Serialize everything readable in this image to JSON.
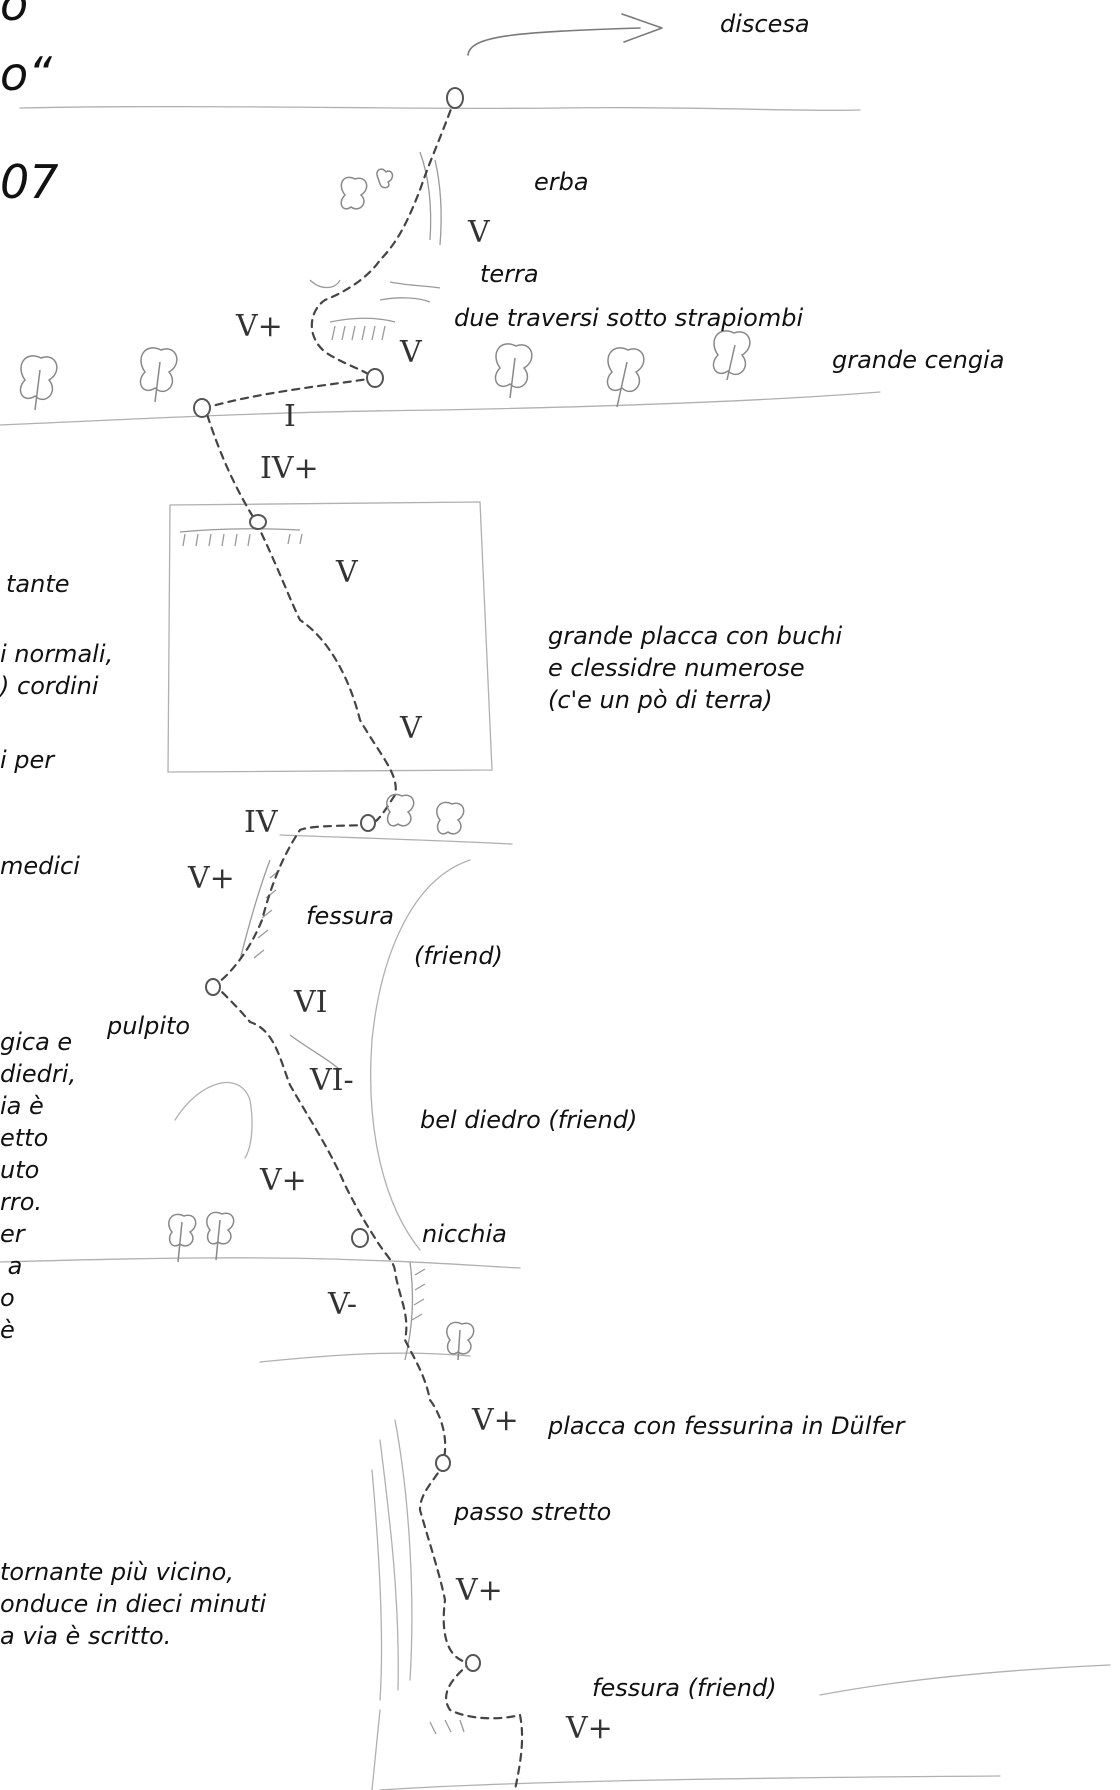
{
  "title_fragments": [
    "o",
    "o“",
    "07"
  ],
  "descent_label": "discesa",
  "route_labels": {
    "erba": "erba",
    "terra": "terra",
    "due_traversi": "due traversi sotto strapiombi",
    "grande_cengia": "grande cengia",
    "grande_placca": "grande placca con buchi\ne clessidre numerose\n(c'e un pò di terra)",
    "fessura_1": "fessura",
    "friend_1": "(friend)",
    "pulpito": "pulpito",
    "bel_diedro": "bel diedro (friend)",
    "nicchia": "nicchia",
    "placca_fessurina": "placca con fessurina in Dülfer",
    "passo_stretto": "passo stretto",
    "fessura_friend": "fessura (friend)"
  },
  "left_text": {
    "tante": "tante",
    "normali": "i normali,\n) cordini",
    "per": "i per",
    "medici": "medici",
    "paragraph": "gica e\ndiedri,\nia è\netto\nuto\nrro.\ner\n a\no\nè",
    "bottom": "tornante più vicino,\nonduce in dieci minuti\na via è scritto."
  },
  "grades": [
    "V",
    "V+",
    "V",
    "I",
    "IV+",
    "V",
    "V",
    "IV",
    "V+",
    "VI",
    "VI-",
    "V+",
    "V-",
    "V+",
    "V+",
    "V+"
  ],
  "icons": [
    "tree-icon",
    "bush-icon",
    "belay-station-icon",
    "arrow-right-icon"
  ],
  "colors": {
    "ink": "#111111",
    "pencil": "#7a7a7a",
    "paper": "#ffffff"
  }
}
